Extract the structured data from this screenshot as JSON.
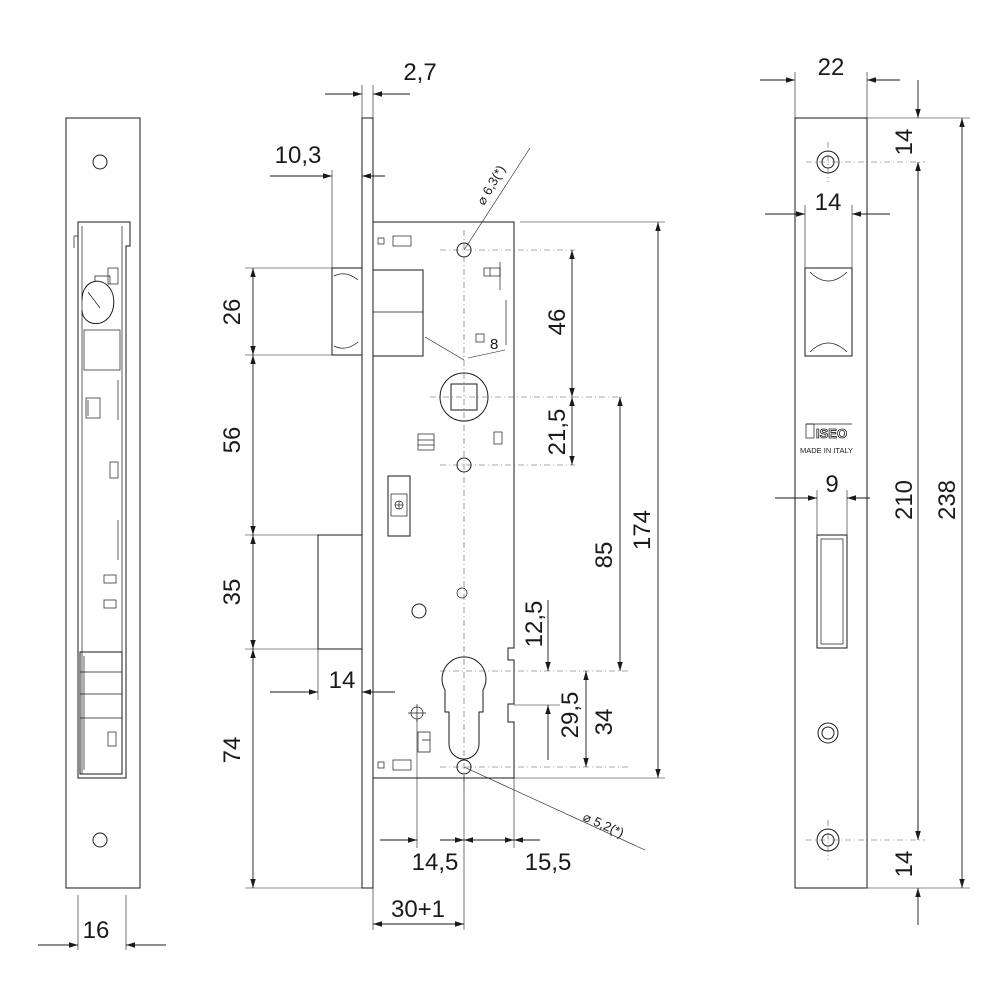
{
  "side_view": {
    "dims": {
      "faceplate_width": "16"
    }
  },
  "front_view": {
    "dims": {
      "faceplate_thickness": "2,7",
      "latch_projection": "10,3",
      "latch_height": "26",
      "latch_to_bolt": "56",
      "bolt_height": "35",
      "bolt_to_bottom": "74",
      "bolt_projection": "14",
      "screw_hole_top_dia": "⌀ 6,3(*)",
      "spindle_square": "8",
      "top_to_spindle": "46",
      "spindle_to_hole": "21,5",
      "spindle_to_cylinder": "85",
      "case_height": "174",
      "cylinder_upper": "12,5",
      "cylinder_lower": "29,5",
      "cylinder_to_hole": "34",
      "screw_hole_bottom_dia": "⌀ 5,2(*)",
      "cylinder_to_front": "14,5",
      "cylinder_to_back": "15,5",
      "backset": "30+1"
    }
  },
  "faceplate_view": {
    "brand": "ISEO",
    "made_in": "MADE IN ITALY",
    "dims": {
      "plate_width": "22",
      "latch_opening_width": "14",
      "bolt_opening_width": "9",
      "top_hole_offset": "14",
      "bottom_hole_offset": "14",
      "hole_spacing": "210",
      "plate_height": "238"
    }
  }
}
